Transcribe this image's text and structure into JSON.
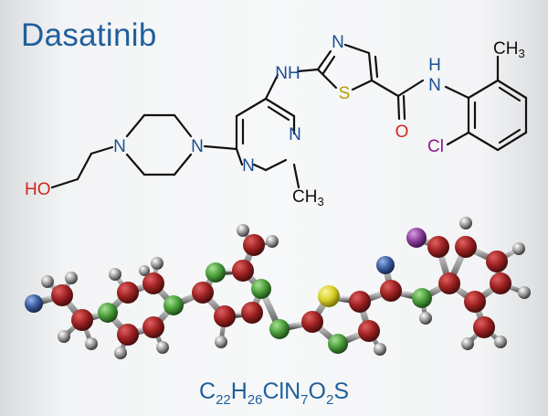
{
  "title": "Dasatinib",
  "structure_labels": {
    "n_thiazole": "N",
    "s_thiazole": "S",
    "nh_link": "NH",
    "nh_amide": "NH",
    "h_amide": "H",
    "n_amide": "N",
    "o_amide": "O",
    "cl": "Cl",
    "ch3_top": "CH",
    "ch3_top_sub": "3",
    "n_pyr_top": "N",
    "n_pyr_bottom": "N",
    "n_pip_left": "N",
    "n_pip_right": "N",
    "ho": "HO",
    "ch3_bottom": "CH",
    "ch3_bottom_sub": "3"
  },
  "formula": {
    "parts": [
      {
        "t": "C"
      },
      {
        "s": "22"
      },
      {
        "t": "H"
      },
      {
        "s": "26"
      },
      {
        "t": "ClN"
      },
      {
        "s": "7"
      },
      {
        "t": "O"
      },
      {
        "s": "2"
      },
      {
        "t": "S"
      }
    ]
  },
  "colors": {
    "title": "#1f5f9c",
    "nitrogen": "#1a4f94",
    "oxygen": "#d1261d",
    "sulfur": "#b89a00",
    "chlorine": "#8b1a8b",
    "bond": "#111111",
    "carbon_3d": "#9e2121",
    "nitrogen_3d": "#4a9e3a",
    "oxygen_3d": "#3a5da0",
    "sulfur_3d": "#d8d02a",
    "chlorine_3d": "#8a3e9a",
    "hydrogen_3d": "#8f8f8f"
  }
}
